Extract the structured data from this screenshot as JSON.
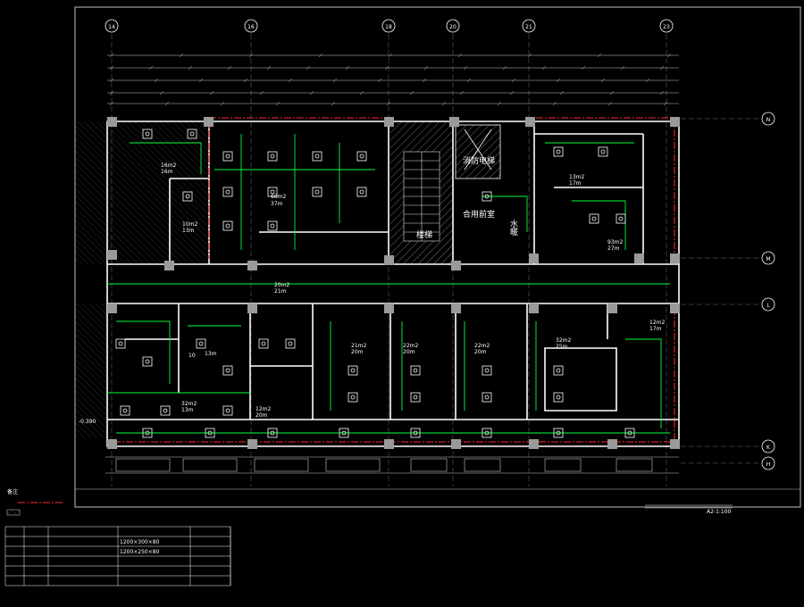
{
  "colors": {
    "background": "#000000",
    "wall": "#ffffff",
    "ceiling_grid": "#00ff3c",
    "redline": "#ff2a2a",
    "dimension": "#c8c8c8",
    "column": "#9a9a9a",
    "hatch": "#7a7a7a",
    "text": "#ffffff",
    "text_yellow": "#ffd84a"
  },
  "grid_axes": {
    "columns": [
      "14",
      "16",
      "18",
      "20",
      "21",
      "23"
    ],
    "rows": [
      "N",
      "M",
      "L",
      "K",
      "H"
    ]
  },
  "rooms": [
    {
      "id": "r1",
      "name": "",
      "area": "16m2",
      "height": "16m"
    },
    {
      "id": "r2",
      "name": "",
      "area": "68m2",
      "height": "37m"
    },
    {
      "id": "r3",
      "name": "",
      "area": "",
      "height": ""
    },
    {
      "id": "r4",
      "name": "",
      "area": "10m2",
      "height": "13m"
    },
    {
      "id": "r5",
      "name": "",
      "area": "",
      "height": ""
    },
    {
      "id": "r6",
      "name": "",
      "area": "",
      "height": ""
    },
    {
      "id": "r7",
      "name": "",
      "area": "",
      "height": ""
    },
    {
      "id": "r8",
      "name": "",
      "area": "20m2",
      "height": "21m"
    },
    {
      "id": "r9",
      "name": "",
      "area": "93m2",
      "height": "27m"
    },
    {
      "id": "r10",
      "name": "",
      "area": "13m2",
      "height": "17m"
    },
    {
      "id": "r11",
      "name": "",
      "area": "21m2",
      "height": "20m"
    },
    {
      "id": "r12",
      "name": "",
      "area": "22m2",
      "height": "20m"
    },
    {
      "id": "r13",
      "name": "",
      "area": "22m2",
      "height": "20m"
    },
    {
      "id": "r14",
      "name": "",
      "area": "32m2",
      "height": "25m"
    },
    {
      "id": "r15",
      "name": "",
      "area": "12m2",
      "height": "17m"
    },
    {
      "id": "r16",
      "name": "",
      "area": "32m2",
      "height": "13m"
    },
    {
      "id": "r17",
      "name": "",
      "area": "12m2",
      "height": "20m"
    },
    {
      "id": "r18",
      "name": "",
      "area": "",
      "height": "13m"
    },
    {
      "id": "r19",
      "name": "",
      "area": "",
      "height": "10"
    }
  ],
  "labels": {
    "stair": "楼梯",
    "fire_lift": "消防电梯",
    "front_room": "合用前室",
    "water_well": "水暖",
    "elevation": "-0.390",
    "scale": "A2-1:100",
    "corridor": "",
    "drawing_title": ""
  },
  "legend": {
    "title": "备注",
    "lines": [
      "",
      ""
    ]
  },
  "equipment_table": {
    "headers": [
      "",
      "",
      "",
      "",
      ""
    ],
    "rows": [
      [
        "",
        "",
        "",
        "1200×300×80",
        ""
      ],
      [
        "",
        "",
        "",
        "1200×250×80",
        ""
      ],
      [
        "",
        "",
        "",
        "",
        ""
      ],
      [
        "",
        "",
        "",
        "",
        ""
      ],
      [
        "",
        "",
        "",
        "",
        ""
      ]
    ]
  }
}
